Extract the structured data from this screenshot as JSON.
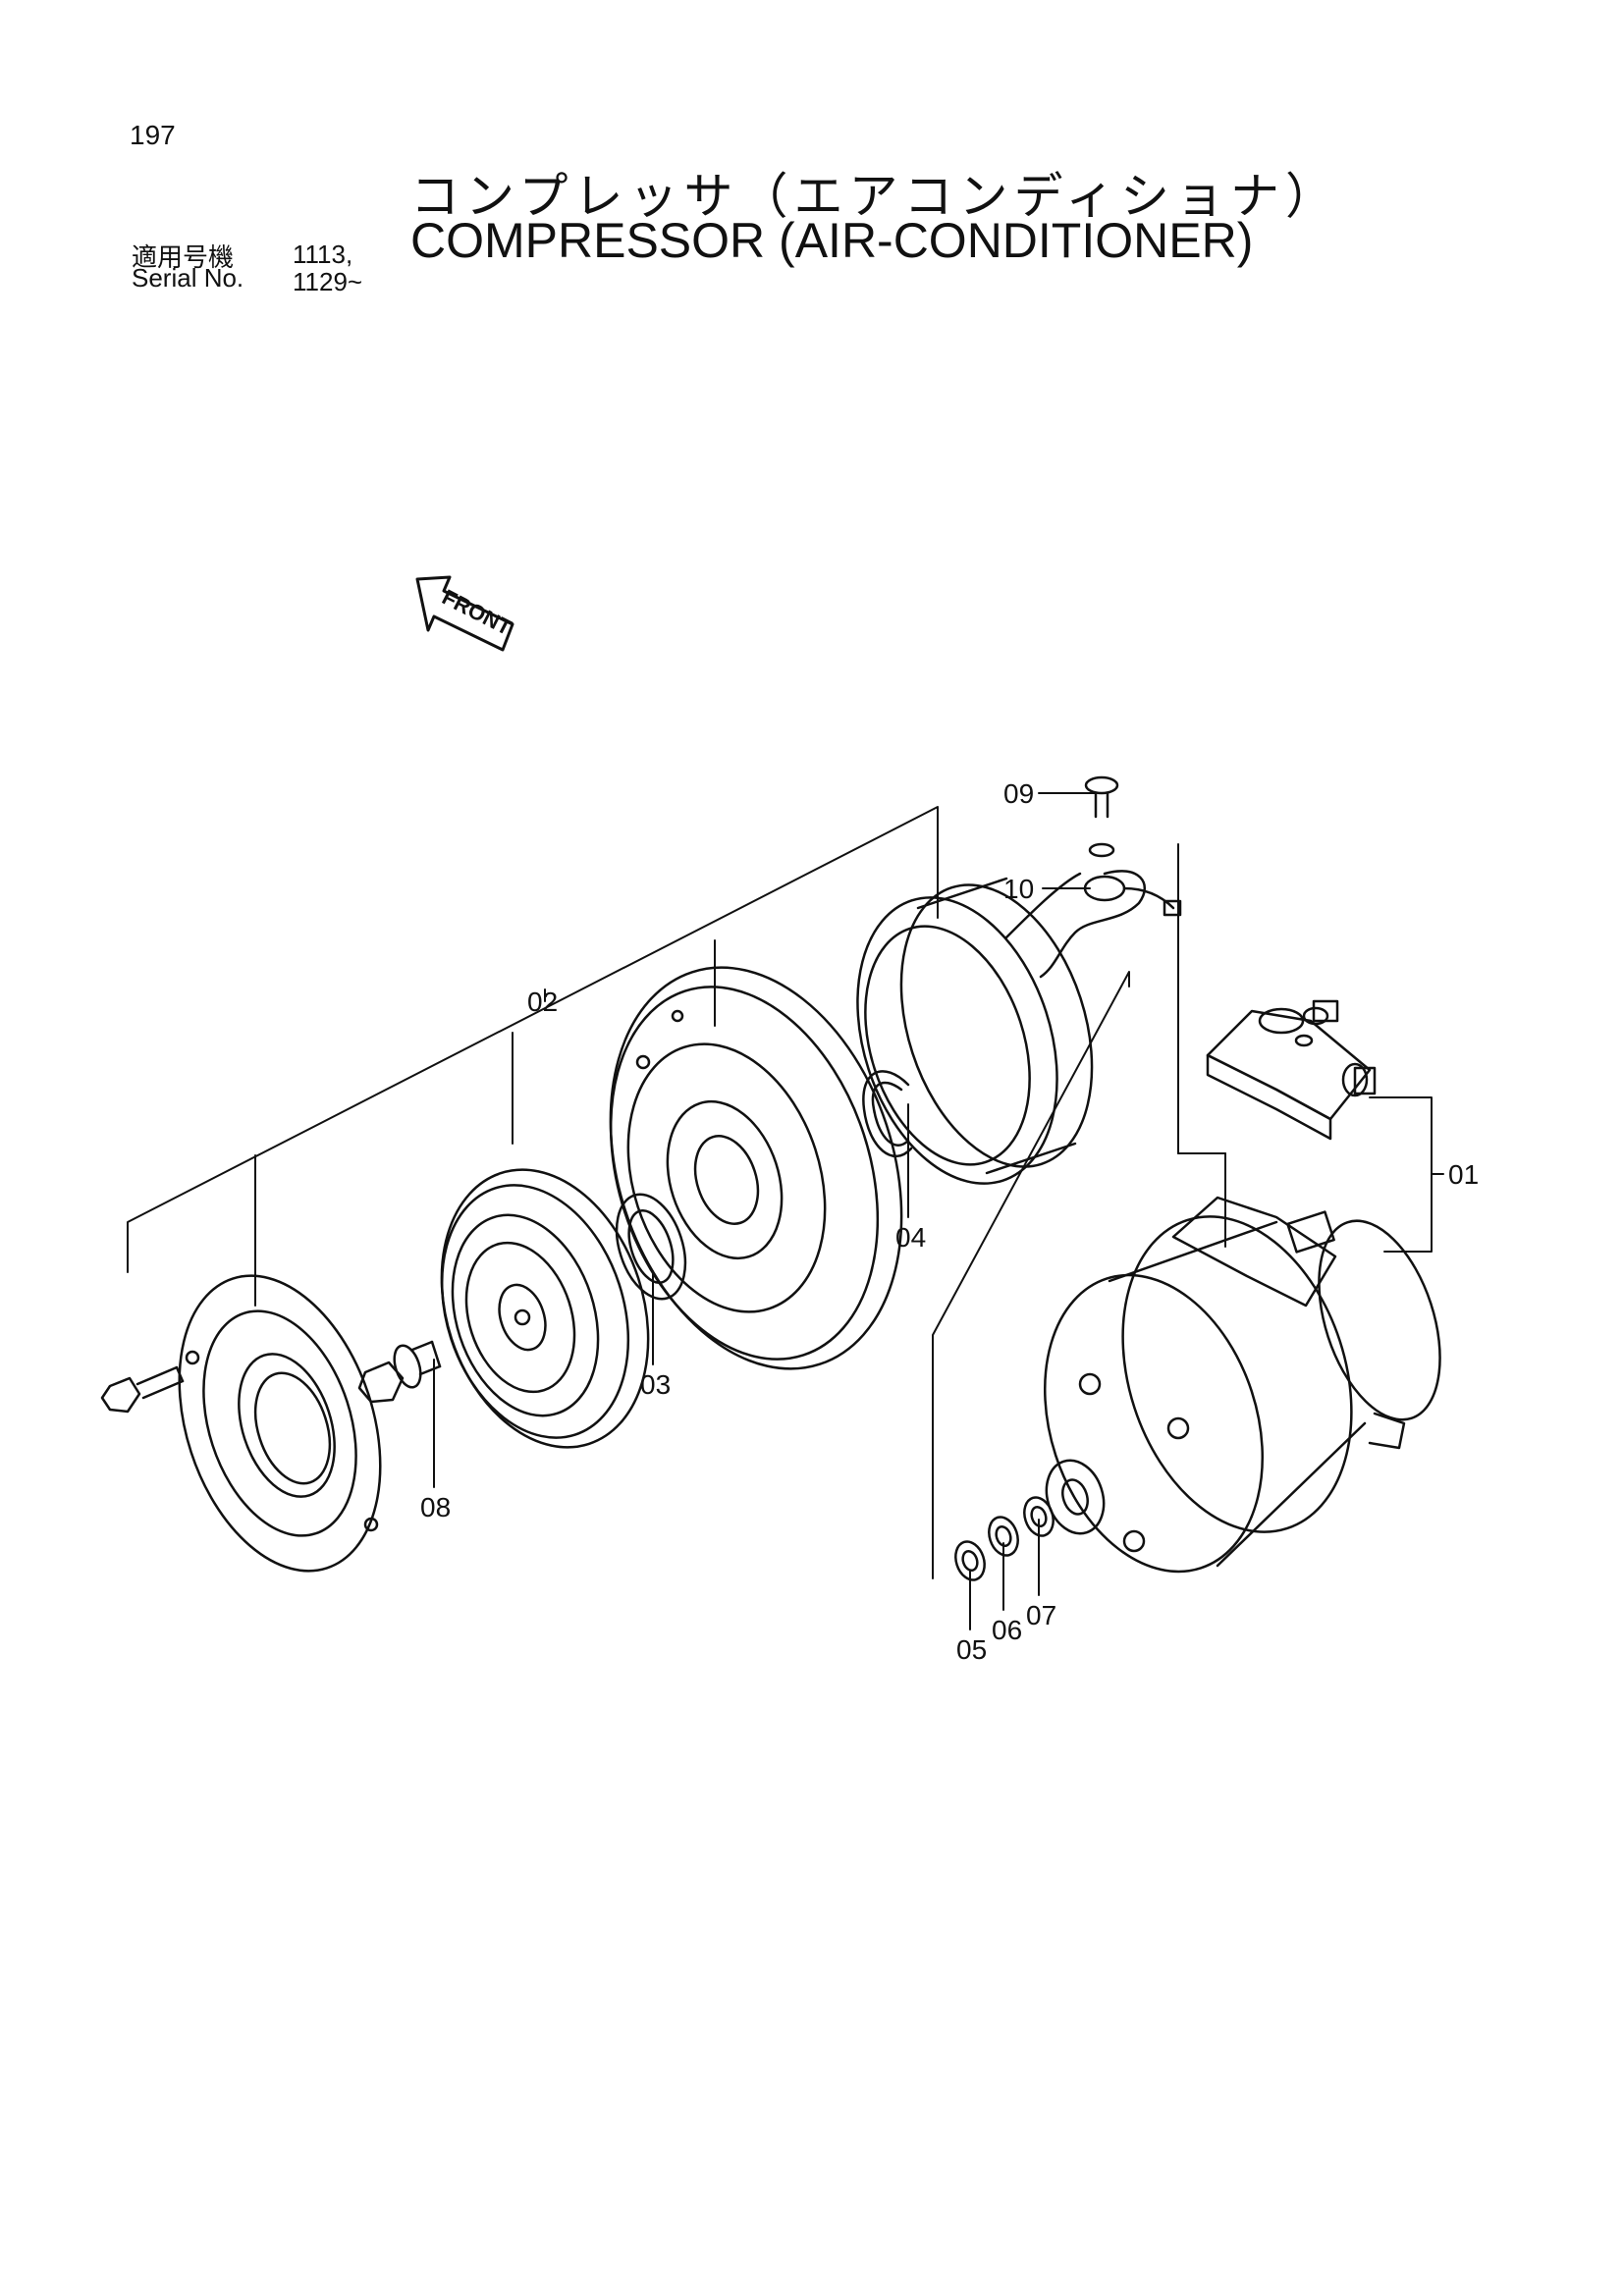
{
  "header": {
    "page_number": "197",
    "title_jp": "コンプレッサ（エアコンディショナ）",
    "title_en": "COMPRESSOR (AIR-CONDITIONER)",
    "serial_label_jp": "適用号機",
    "serial_value_jp": "1113,",
    "serial_label_en": "Serial No.",
    "serial_value_en": "1129~"
  },
  "diagram": {
    "front_label": "FRONT",
    "callouts": [
      "01",
      "02",
      "03",
      "04",
      "05",
      "06",
      "07",
      "08",
      "09",
      "10"
    ]
  }
}
